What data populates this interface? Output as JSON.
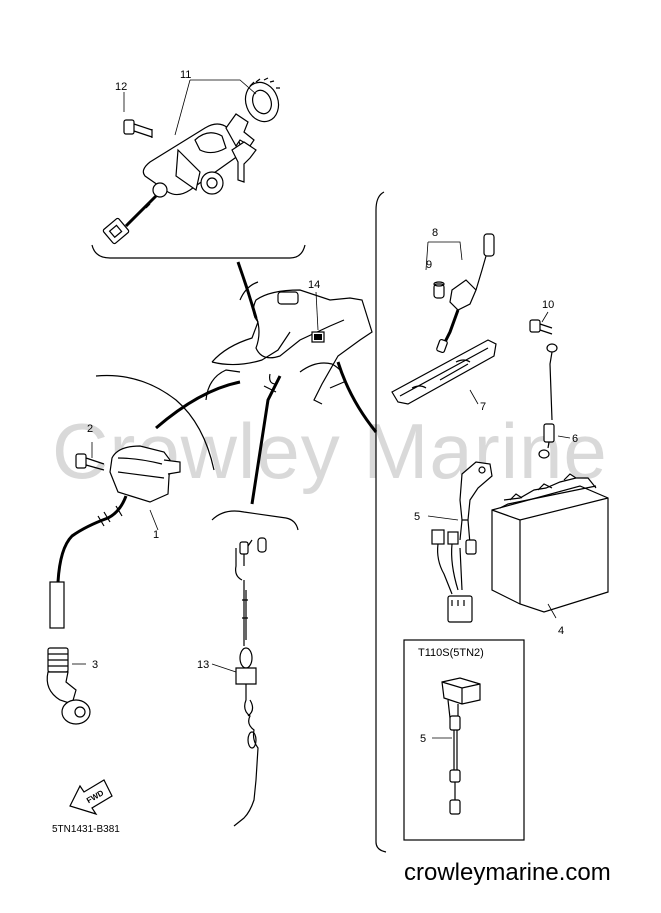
{
  "watermark": "Crowley Marine",
  "site_url": "crowleymarine.com",
  "diagram_code": "5TN1431-B381",
  "variant_box_title": "T110S(5TN2)",
  "fwd_label": "FWD",
  "callouts": {
    "c1": "1",
    "c2": "2",
    "c3": "3",
    "c4": "4",
    "c5a": "5",
    "c5b": "5",
    "c6": "6",
    "c7": "7",
    "c8": "8",
    "c9": "9",
    "c10": "10",
    "c11": "11",
    "c12": "12",
    "c13": "13",
    "c14": "14"
  }
}
